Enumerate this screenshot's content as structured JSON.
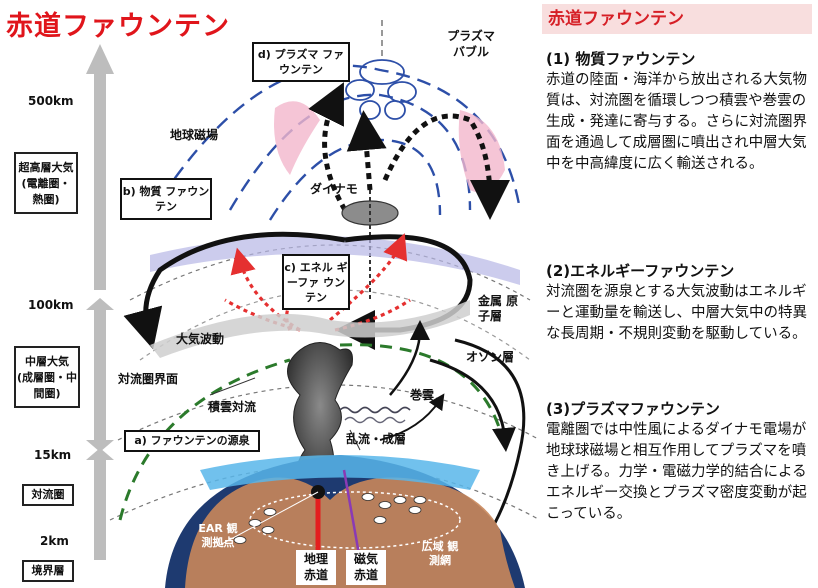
{
  "title": "赤道ファウンテン",
  "altitudes": [
    "500km",
    "100km",
    "15km",
    "2km"
  ],
  "layers": [
    {
      "name": "超高層大気",
      "sub": "(電離圏・熱圏)"
    },
    {
      "name": "中層大気",
      "sub": "(成層圏・中間圏)"
    },
    {
      "name": "対流圏",
      "sub": ""
    },
    {
      "name": "境界層",
      "sub": ""
    }
  ],
  "callouts": {
    "d": "d) プラズマ ファウンテン",
    "b": "b) 物質 ファウンテン",
    "c": "c) エネル ギーファ ウンテン",
    "a": "a) ファウンテンの源泉"
  },
  "labels": {
    "plasma_bubble": "プラズマ バブル",
    "geomagnetic": "地球磁場",
    "dynamo": "ダイナモ",
    "metal_ion": "金属 原子層",
    "atmos_wave": "大気波動",
    "ozone": "オゾン層",
    "tropopause": "対流圏界面",
    "cumulonimbus": "積雲対流",
    "cirrus": "巻雲",
    "turbulence": "乱流・成層",
    "ear": "EAR 観測拠点",
    "geo_eq": "地理 赤道",
    "mag_eq": "磁気 赤道",
    "network": "広域 観測網"
  },
  "panel": {
    "title": "赤道ファウンテン",
    "sections": [
      {
        "heading": "(1) 物質ファウンテン",
        "body": "赤道の陸面・海洋から放出される大気物質は、対流圏を循環しつつ積雲や巻雲の生成・発達に寄与する。さらに対流圏界面を通過して成層圏に噴出され中層大気中を中高緯度に広く輸送される。"
      },
      {
        "heading": "(2)エネルギーファウンテン",
        "body": "対流圏を源泉とする大気波動はエネルギーと運動量を輸送し、中層大気中の特異な長周期・不規則変動を駆動している。"
      },
      {
        "heading": "(3)プラズマファウンテン",
        "body": "電離圏では中性風によるダイナモ電場が地球球磁場と相互作用してプラズマを噴き上げる。力学・電磁力学的結合によるエネルギー交換とプラズマ密度変動が起こっている。"
      }
    ]
  },
  "colors": {
    "title_red": "#e0151b",
    "panel_pink": "#f8dede",
    "ocean": "#1e3a70",
    "land": "#c9875a"
  }
}
